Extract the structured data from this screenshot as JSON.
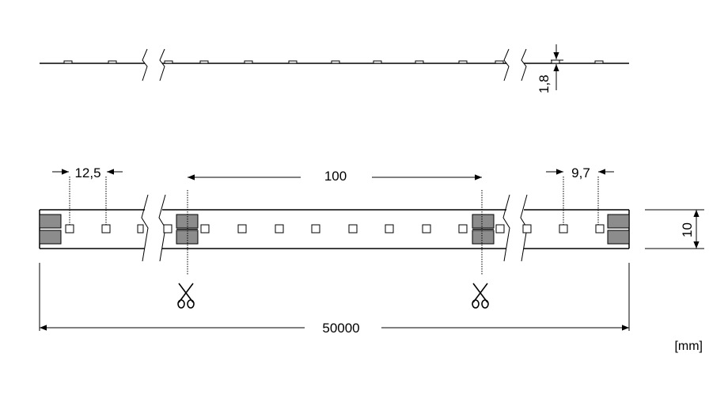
{
  "dimensions": {
    "height_1": "1,8",
    "led_pitch_start": "12,5",
    "cut_section_length": "100",
    "led_pitch_end": "9,7",
    "strip_width": "10",
    "total_length": "50000"
  },
  "unit_label": "[mm]",
  "colors": {
    "line": "#000000",
    "pad": "#8c8c8c",
    "background": "#ffffff"
  },
  "icons": {
    "cut_mark": "scissors-icon"
  }
}
